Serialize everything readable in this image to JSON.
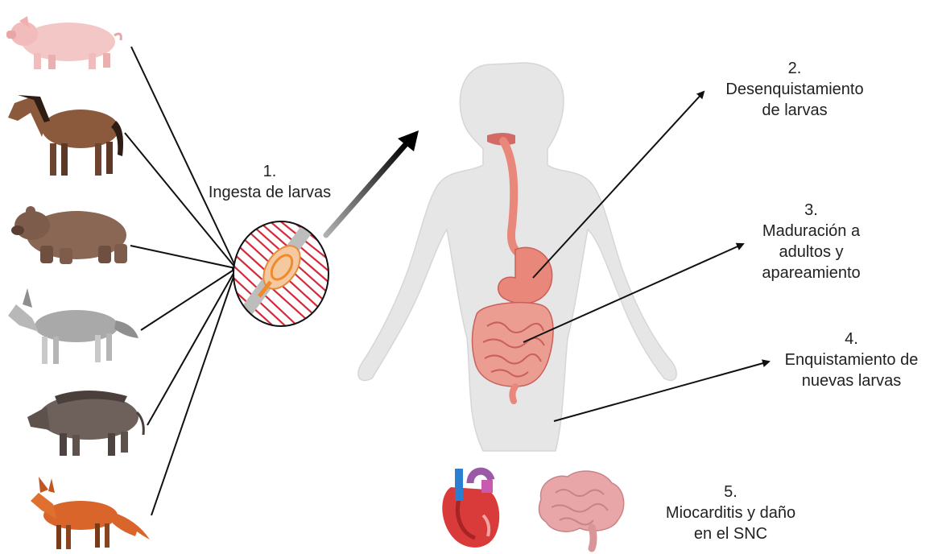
{
  "steps": [
    {
      "number": "1.",
      "lines": [
        "Ingesta de larvas"
      ]
    },
    {
      "number": "2.",
      "lines": [
        "Desenquistamiento",
        "de larvas"
      ]
    },
    {
      "number": "3.",
      "lines": [
        "Maduración a",
        "adultos y",
        "apareamiento"
      ]
    },
    {
      "number": "4.",
      "lines": [
        "Enquistamiento de",
        "nuevas larvas"
      ]
    },
    {
      "number": "5.",
      "lines": [
        "Miocarditis y daño",
        "en el SNC"
      ]
    }
  ],
  "hosts": [
    "pig-icon",
    "horse-icon",
    "bear-icon",
    "wolf-icon",
    "boar-icon",
    "fox-icon"
  ],
  "organs": [
    "heart-icon",
    "brain-icon"
  ],
  "colors": {
    "text": "#222222",
    "line": "#111111",
    "skin": "#e6e6e6",
    "organ": "#e8877a",
    "muscle": "#d42a3a",
    "larva": "#f08a2a"
  }
}
